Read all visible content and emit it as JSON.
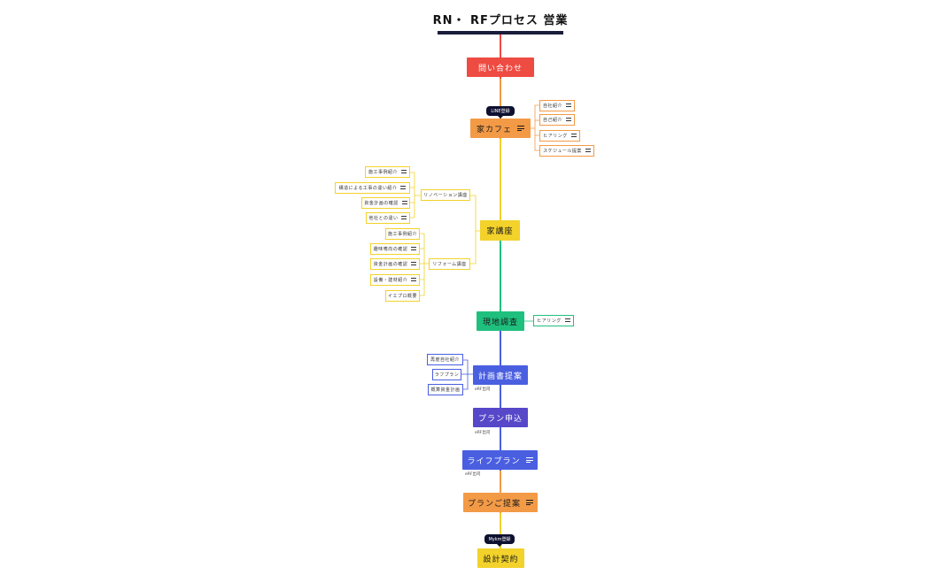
{
  "title": "RN・ RFプロセス 営業",
  "colors": {
    "red": "#ee4b42",
    "orange": "#f39a46",
    "yellow": "#f2d22b",
    "green": "#1fc07e",
    "blue": "#4a5fe0",
    "indigo": "#5648c8",
    "dark": "#1a1d3a"
  },
  "steps": {
    "inquiry": "問い合わせ",
    "house_cafe": "家カフェ",
    "house_course": "家講座",
    "site_survey": "現地調査",
    "plan_proposal": "計画書提案",
    "plan_apply": "プラン申込",
    "life_plan": "ライフプラン",
    "plan_offer": "プランご提案",
    "contract": "設計契約"
  },
  "tags": {
    "line": "LINE登録",
    "mykm": "Mykm登録"
  },
  "cafe_items": [
    "自社紹介",
    "自己紹介",
    "ヒアリング",
    "スケジュール提案"
  ],
  "course": {
    "renovation": {
      "label": "リノベーション講座",
      "items": [
        "施工事例紹介",
        "構造による工事の違い紹介",
        "資金計画の確認",
        "他社との違い"
      ]
    },
    "reform": {
      "label": "リフォーム講座",
      "items": [
        "施工事例紹介",
        "趣味嗜向の確認",
        "資金計画の確認",
        "設備・建材紹介",
        "イエプロ概要"
      ]
    }
  },
  "survey_items": [
    "ヒアリング"
  ],
  "proposal_items": [
    "再度自社紹介",
    "ラフプラン",
    "概算資金計画"
  ],
  "notes": {
    "proposal": "eRF出司",
    "apply": "eRF出司",
    "life": "eRF出司"
  }
}
